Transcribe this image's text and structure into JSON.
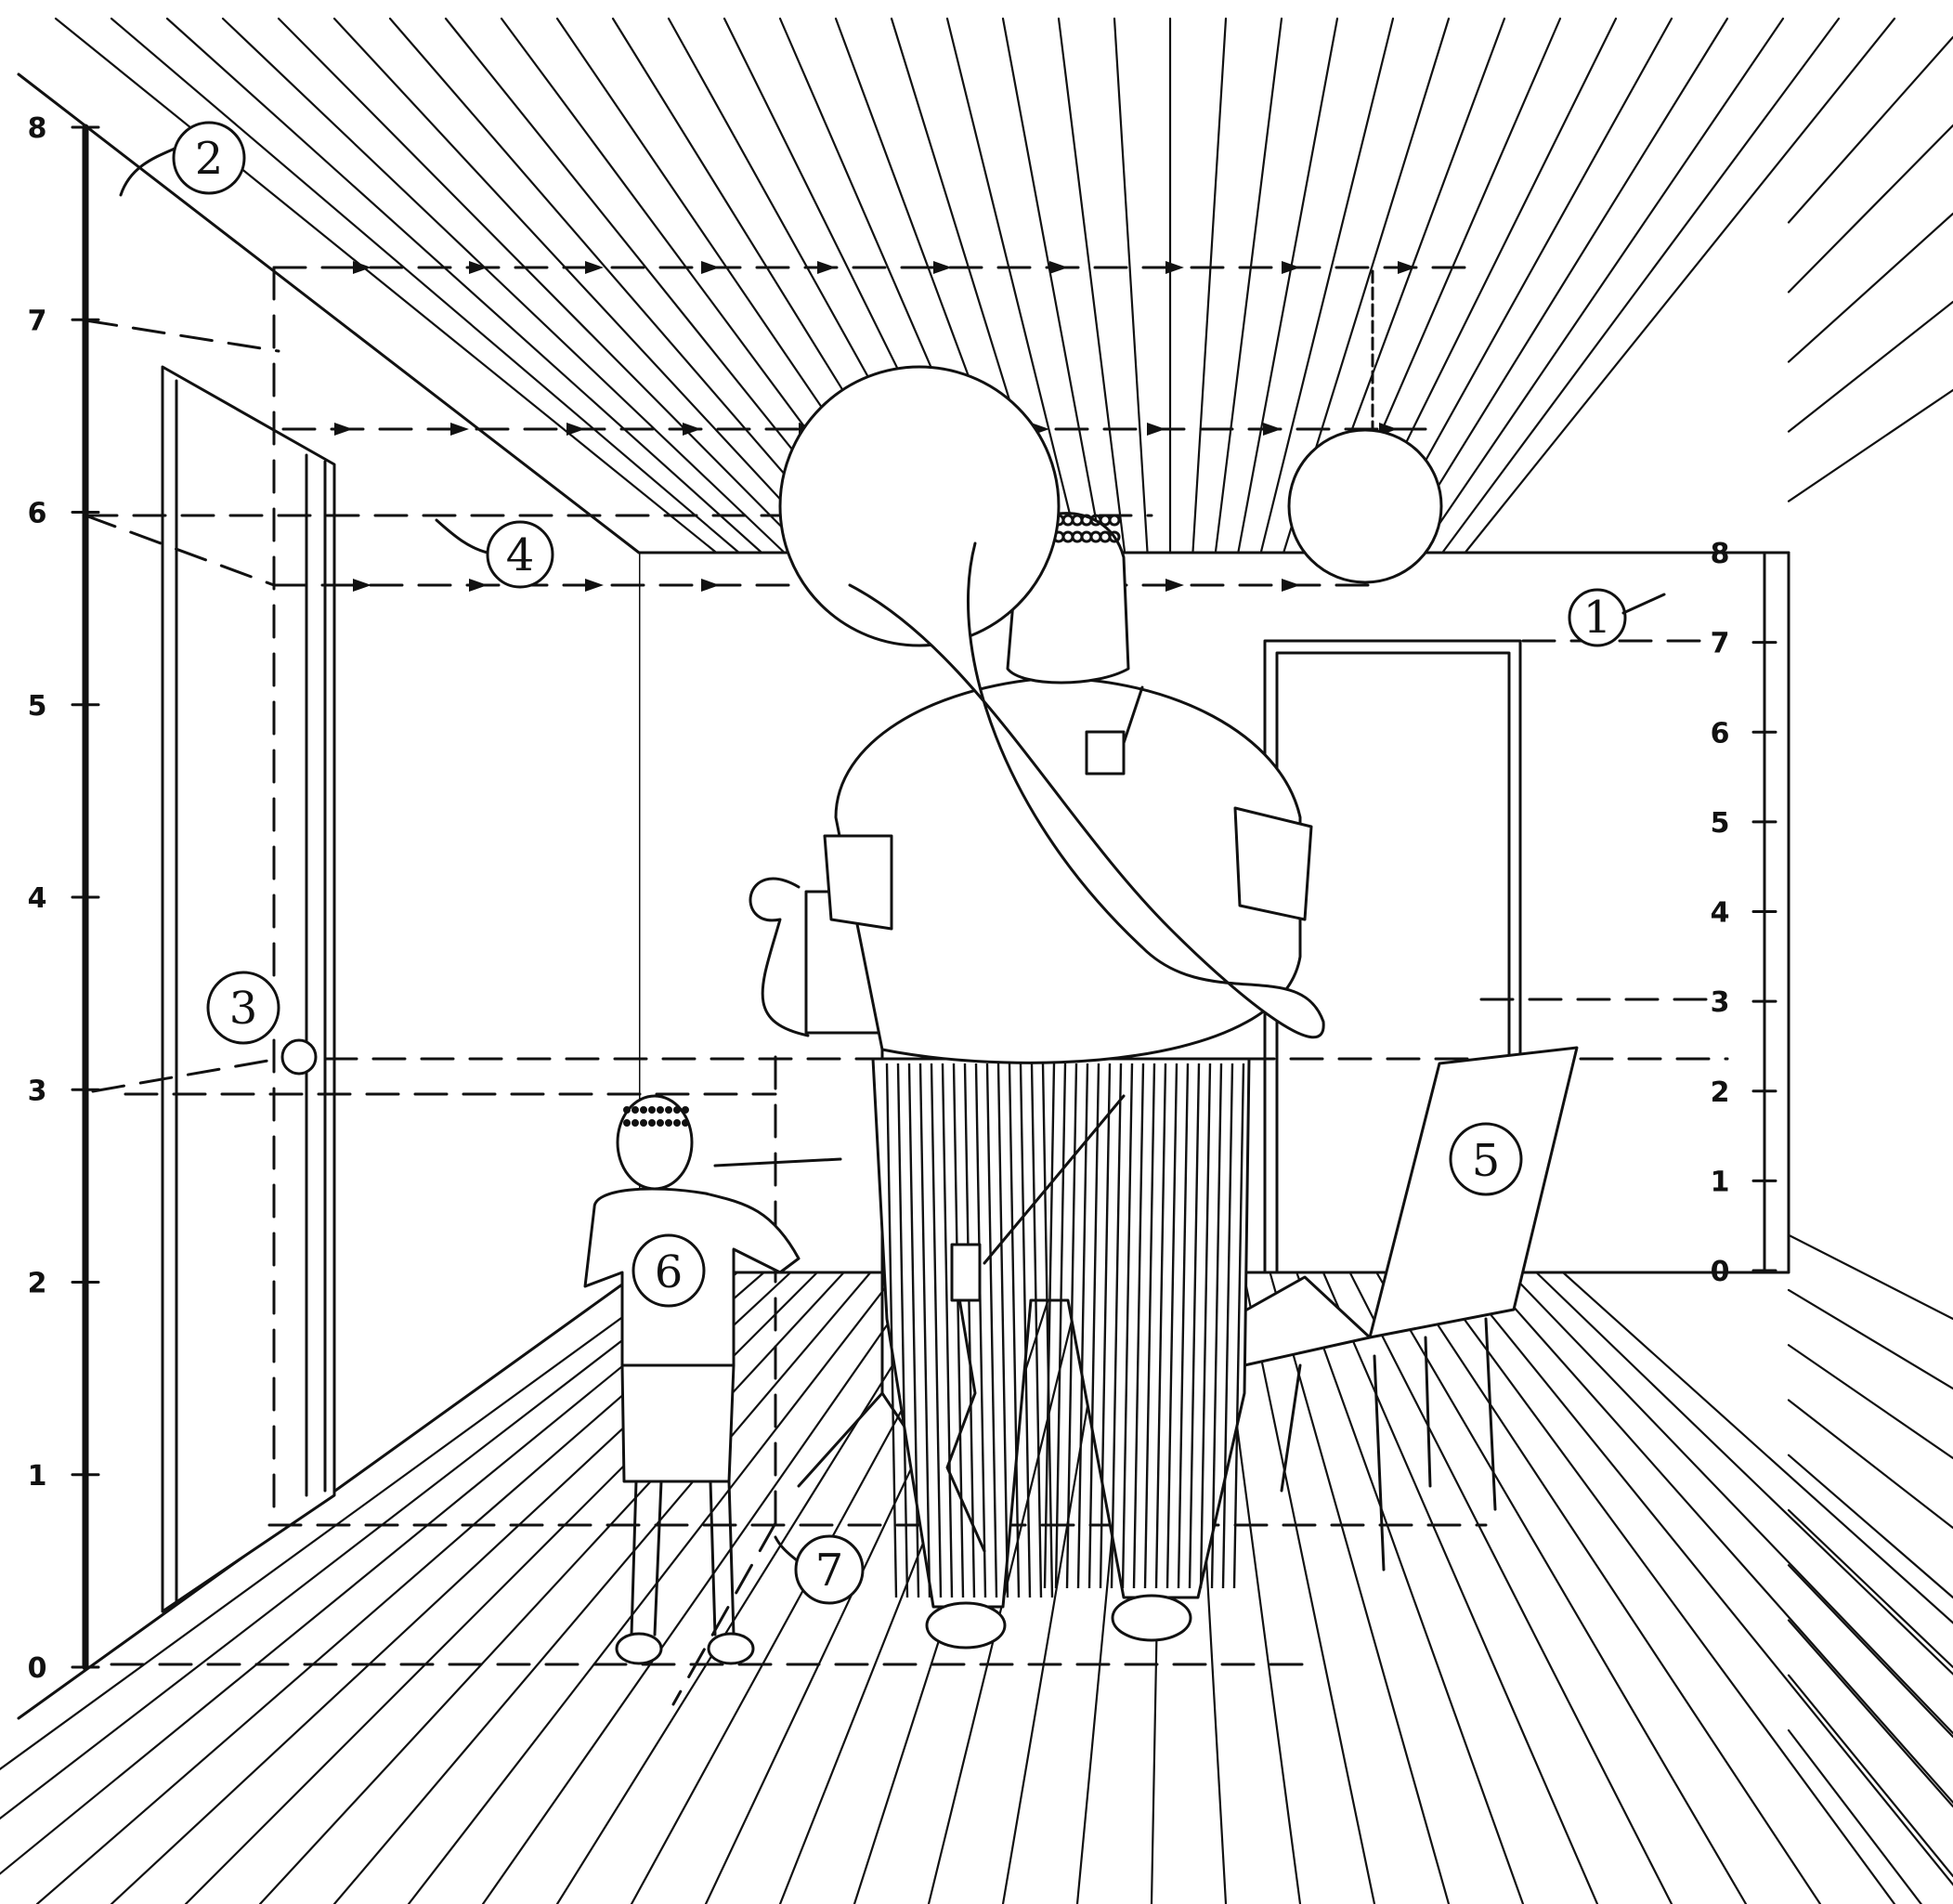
{
  "left_scale": {
    "ticks": [
      "0",
      "1",
      "2",
      "3",
      "4",
      "5",
      "6",
      "7",
      "8"
    ]
  },
  "right_scale": {
    "ticks": [
      "0",
      "1",
      "2",
      "3",
      "4",
      "5",
      "6",
      "7",
      "8"
    ]
  },
  "callouts": [
    {
      "id": "1",
      "label": "1"
    },
    {
      "id": "2",
      "label": "2"
    },
    {
      "id": "3",
      "label": "3"
    },
    {
      "id": "4",
      "label": "4"
    },
    {
      "id": "5",
      "label": "5"
    },
    {
      "id": "6",
      "label": "6"
    },
    {
      "id": "7",
      "label": "7"
    }
  ],
  "colors": {
    "ink": "#111111",
    "paper": "#ffffff"
  }
}
